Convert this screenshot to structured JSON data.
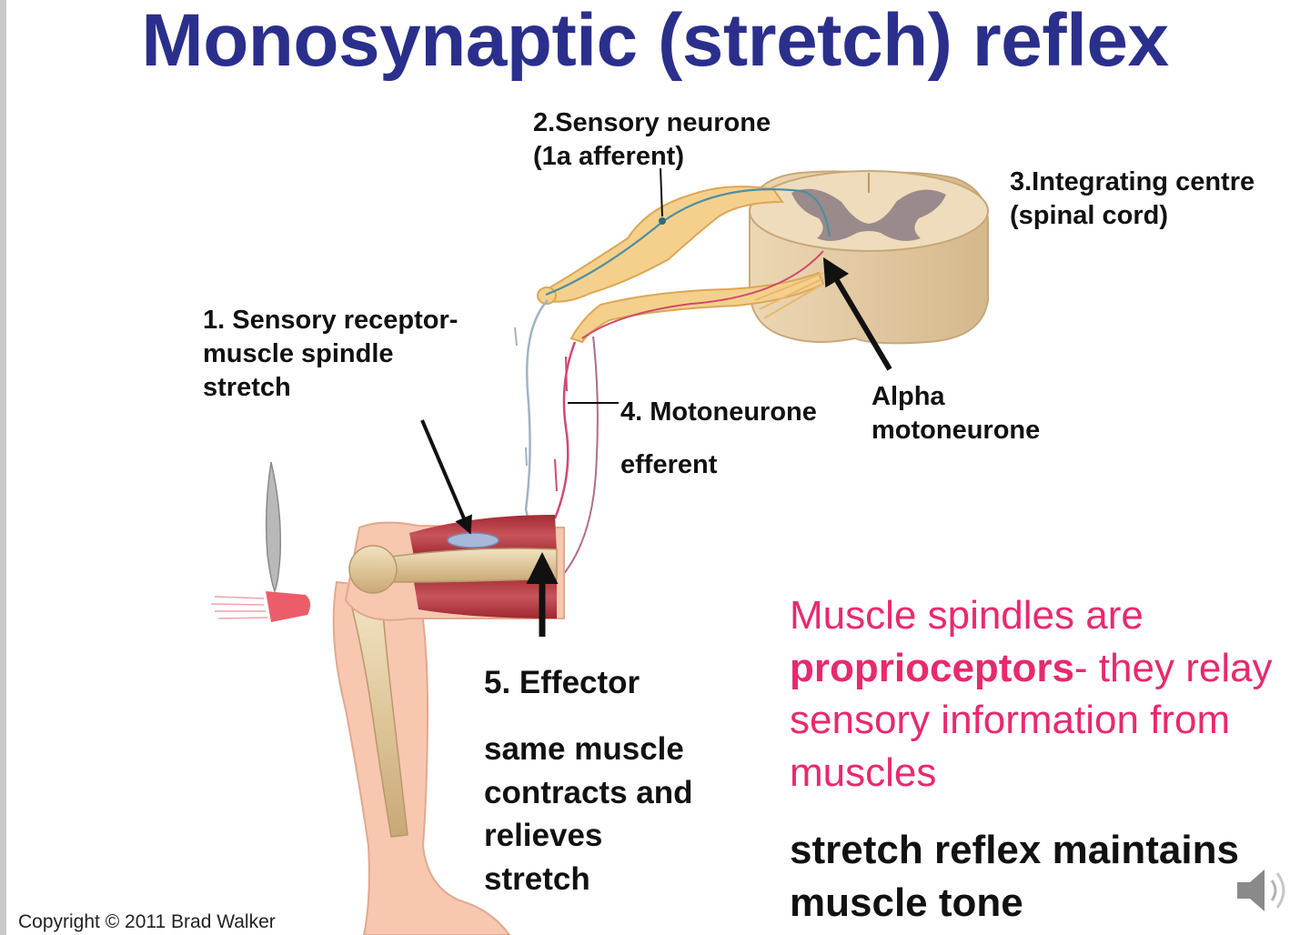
{
  "title": "Monosynaptic (stretch) reflex",
  "labels": {
    "sensory_receptor": [
      "1. Sensory receptor-",
      "muscle spindle",
      "stretch"
    ],
    "sensory_neurone": [
      "2.Sensory neurone",
      "(1a afferent)"
    ],
    "integrating_centre": [
      "3.Integrating centre",
      "(spinal cord)"
    ],
    "motoneurone": [
      "4. Motoneurone",
      "efferent"
    ],
    "alpha_motoneurone": [
      "Alpha",
      "motoneurone"
    ],
    "effector_heading": "5. Effector",
    "effector_text": [
      "same muscle",
      "contracts and",
      "relieves",
      "stretch"
    ]
  },
  "notes": {
    "spindles_before": "Muscle spindles are",
    "spindles_bold": "proprioceptors",
    "spindles_after": "- they relay sensory information from muscles",
    "tone": "stretch reflex maintains muscle tone"
  },
  "copyright": "Copyright © 2011 Brad Walker",
  "icons": [
    "speaker-icon",
    "reflex-hammer-icon"
  ],
  "colors": {
    "title": "#2b2f8c",
    "pink": "#e8296f",
    "muscle": "#b8343c",
    "cord": "#e6d3b3",
    "grey_matter": "#9a8a8c",
    "nerve": "#f2cf82"
  }
}
